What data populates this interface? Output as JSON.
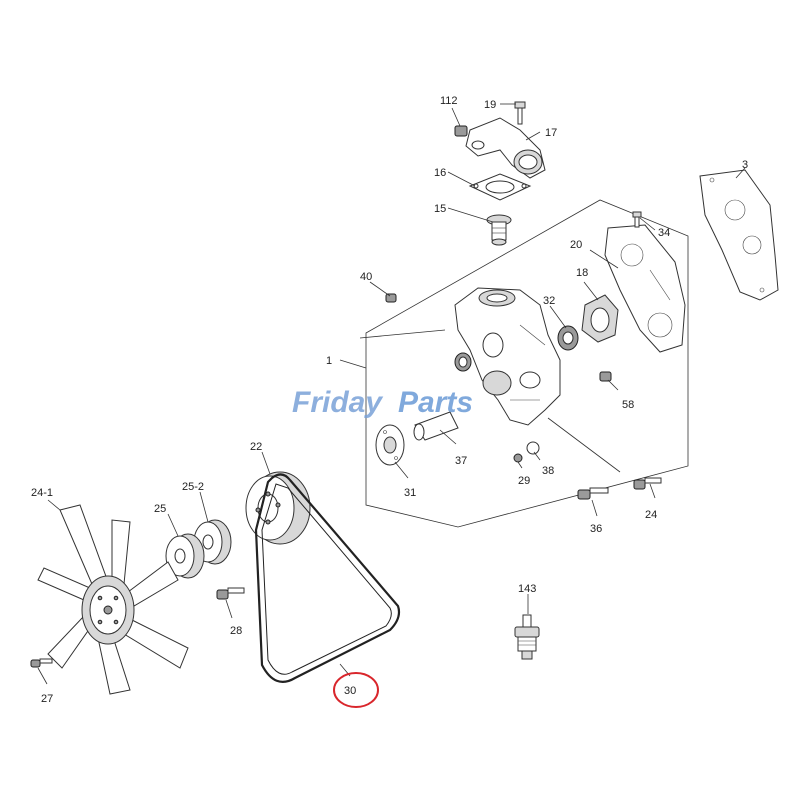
{
  "watermark": {
    "part1": "Friday",
    "part2": "Parts"
  },
  "highlight_color": "#d9262c",
  "watermark_color": "#7aa2d8",
  "labels": {
    "l112": "112",
    "l19": "19",
    "l17": "17",
    "l16": "16",
    "l15": "15",
    "l3": "3",
    "l34": "34",
    "l20": "20",
    "l18": "18",
    "l40": "40",
    "l32": "32",
    "l1": "1",
    "l58": "58",
    "l37": "37",
    "l38": "38",
    "l29": "29",
    "l31": "31",
    "l22": "22",
    "l24_1": "24-1",
    "l25_2": "25-2",
    "l25": "25",
    "l24": "24",
    "l36": "36",
    "l143": "143",
    "l28": "28",
    "l27": "27",
    "l30": "30"
  }
}
